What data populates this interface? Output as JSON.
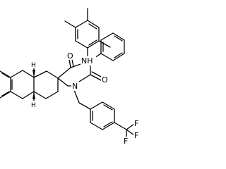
{
  "molecule": {
    "atoms": {
      "amide_nh": "NH",
      "amide_o": "O",
      "carbonyl_o": "O",
      "amine_n": "N",
      "stereo_h_top": "H",
      "stereo_h_bottom": "H",
      "fluorine_1": "F",
      "fluorine_2": "F",
      "fluorine_3": "F"
    }
  }
}
